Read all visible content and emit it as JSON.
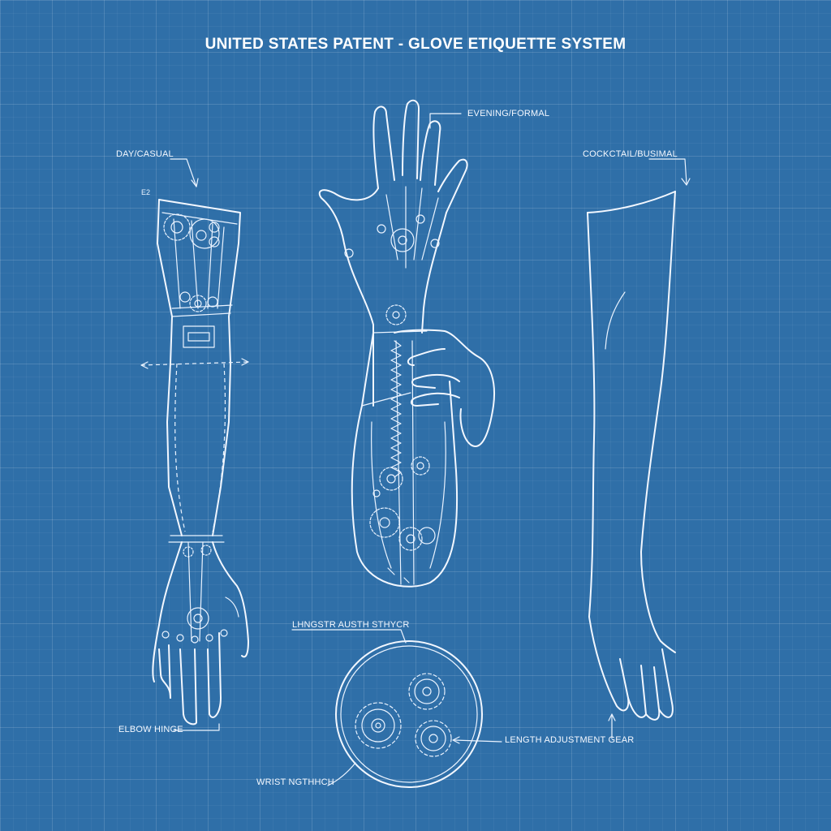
{
  "title": "UNITED STATES PATENT - GLOVE ETIQUETTE SYSTEM",
  "labels": {
    "day_casual": "DAY/CASUAL",
    "evening_formal": "EVENING/FORMAL",
    "cocktail": "COCKCTAIL/BUSIMAL",
    "elbow_hinge": "ELBOW HINGE",
    "lindistr": "LHNGSTR AUSTH STHYCR",
    "length_gear": "LENGTH ADJUSTMENT GEAR",
    "wrist": "WRIST NGTHHCH"
  },
  "colors": {
    "blueprint": "#2f6fa8",
    "line": "#f2f7ff"
  }
}
